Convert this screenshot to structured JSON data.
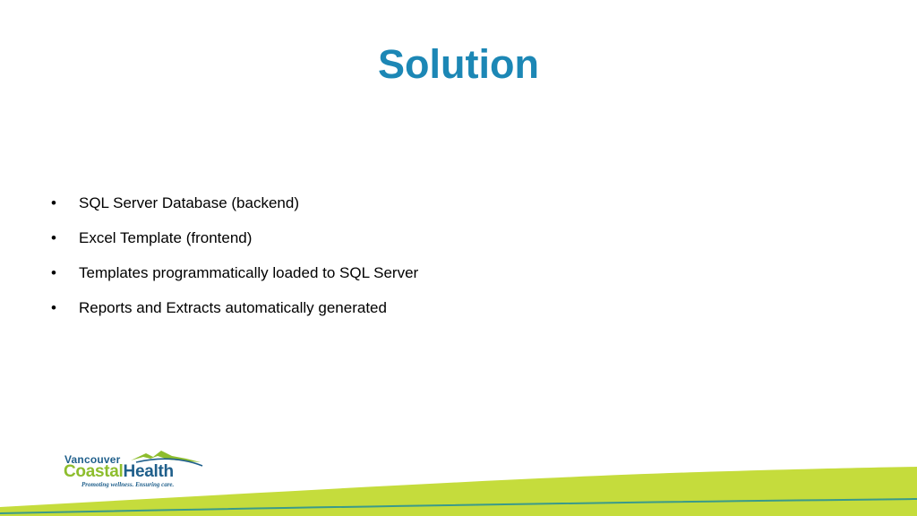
{
  "slide": {
    "title": "Solution",
    "bullet_symbol": "•",
    "bullets": [
      "SQL Server Database (backend)",
      "Excel Template (frontend)",
      "Templates programmatically loaded to SQL Server",
      "Reports and Extracts automatically generated"
    ]
  },
  "logo": {
    "line1": "Vancouver",
    "line2_part1": "Coastal",
    "line2_part2": "Health",
    "tagline": "Promoting wellness. Ensuring care."
  },
  "colors": {
    "title": "#1c87b5",
    "wave_green": "#c5dc3c",
    "wave_teal": "#3a9a8a",
    "logo_blue": "#1f5f8b",
    "logo_green": "#8dbd2d"
  }
}
